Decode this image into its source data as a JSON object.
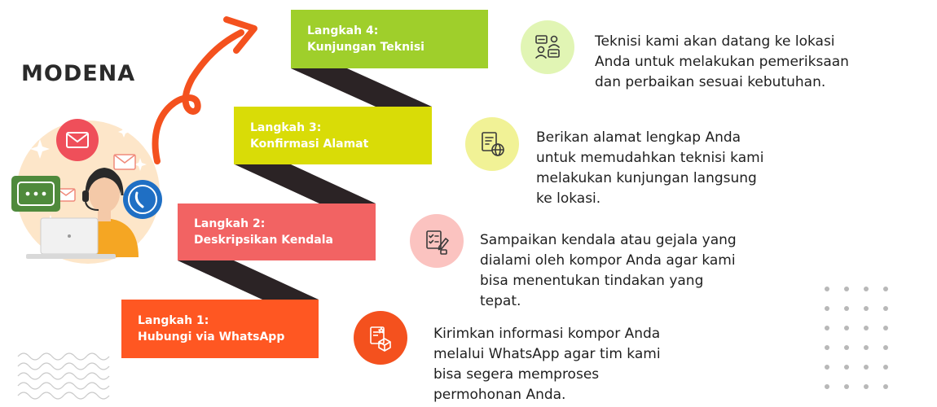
{
  "brand": {
    "logo_text": "MODENA"
  },
  "colors": {
    "step1": "#ff5722",
    "step2": "#f26363",
    "step3": "#d9dc07",
    "step4": "#9fcf2b",
    "connector": "#2b2325",
    "arrow": "#f4511e"
  },
  "steps": [
    {
      "title": "Langkah 1:",
      "subtitle": "Hubungi via WhatsApp",
      "icon": "box-document-icon",
      "description": [
        "Kirimkan informasi kompor Anda",
        "melalui WhatsApp agar tim kami",
        "bisa segera memproses",
        "permohonan Anda."
      ]
    },
    {
      "title": "Langkah 2:",
      "subtitle": "Deskripsikan Kendala",
      "icon": "checklist-edit-icon",
      "description": [
        "Sampaikan kendala atau gejala yang",
        "dialami oleh kompor Anda agar kami",
        "bisa menentukan tindakan yang",
        "tepat."
      ]
    },
    {
      "title": "Langkah 3:",
      "subtitle": "Konfirmasi Alamat",
      "icon": "document-globe-icon",
      "description": [
        "Berikan alamat lengkap Anda",
        "untuk memudahkan teknisi kami",
        "melakukan kunjungan langsung",
        "ke lokasi."
      ]
    },
    {
      "title": "Langkah 4:",
      "subtitle": "Kunjungan Teknisi",
      "icon": "people-chat-icon",
      "description": [
        "Teknisi kami akan datang ke lokasi",
        "Anda untuk melakukan pemeriksaan",
        "dan perbaikan sesuai kebutuhan."
      ]
    }
  ]
}
